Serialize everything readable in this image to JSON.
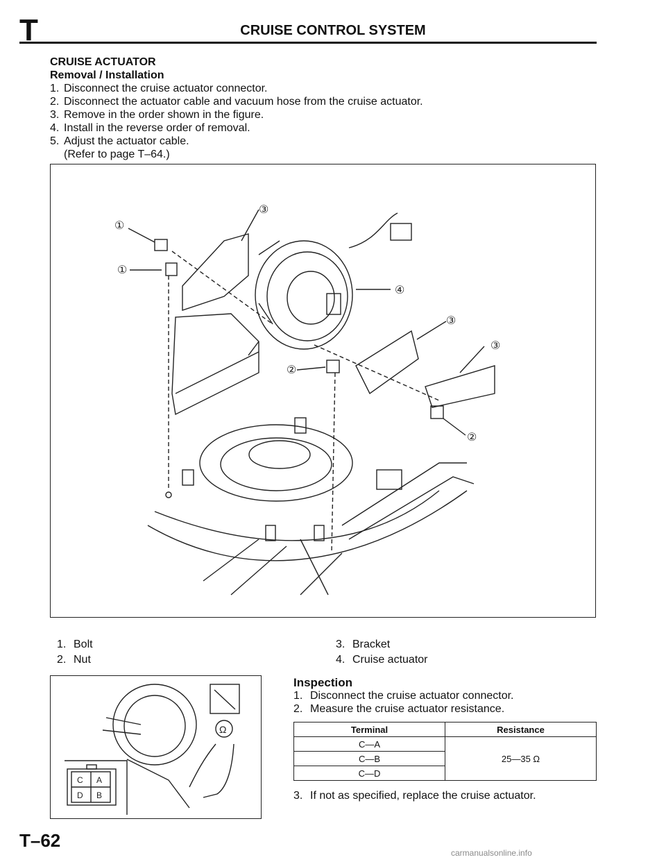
{
  "header": {
    "section_letter": "T",
    "title": "CRUISE CONTROL SYSTEM"
  },
  "section": {
    "title": "CRUISE ACTUATOR",
    "subtitle": "Removal / Installation"
  },
  "removal_steps": [
    {
      "num": "1.",
      "text": "Disconnect the cruise actuator connector."
    },
    {
      "num": "2.",
      "text": "Disconnect the actuator cable and vacuum hose from the cruise actuator."
    },
    {
      "num": "3.",
      "text": "Remove in the order shown in the figure."
    },
    {
      "num": "4.",
      "text": "Install in the reverse order of removal."
    },
    {
      "num": "5.",
      "text": "Adjust the actuator cable."
    }
  ],
  "removal_note": "(Refer to page T–64.)",
  "figure_callouts": [
    "①",
    "①",
    "②",
    "②",
    "③",
    "③",
    "③",
    "④"
  ],
  "legend": [
    {
      "num": "1.",
      "text": "Bolt"
    },
    {
      "num": "2.",
      "text": "Nut"
    },
    {
      "num": "3.",
      "text": "Bracket"
    },
    {
      "num": "4.",
      "text": "Cruise actuator"
    }
  ],
  "inspection": {
    "title": "Inspection",
    "steps": [
      {
        "num": "1.",
        "text": "Disconnect the cruise actuator connector."
      },
      {
        "num": "2.",
        "text": "Measure the cruise actuator resistance."
      }
    ],
    "final_step": {
      "num": "3.",
      "text": "If not as specified, replace the cruise actuator."
    }
  },
  "connector_terminals": [
    "C",
    "A",
    "D",
    "B"
  ],
  "meter_symbol": "Ω",
  "spec_table": {
    "headers": [
      "Terminal",
      "Resistance"
    ],
    "terminals": [
      "C—A",
      "C—B",
      "C—D"
    ],
    "resistance": "25—35 Ω"
  },
  "footer": {
    "page_number": "T–62",
    "watermark": "carmanualsonline.info"
  }
}
